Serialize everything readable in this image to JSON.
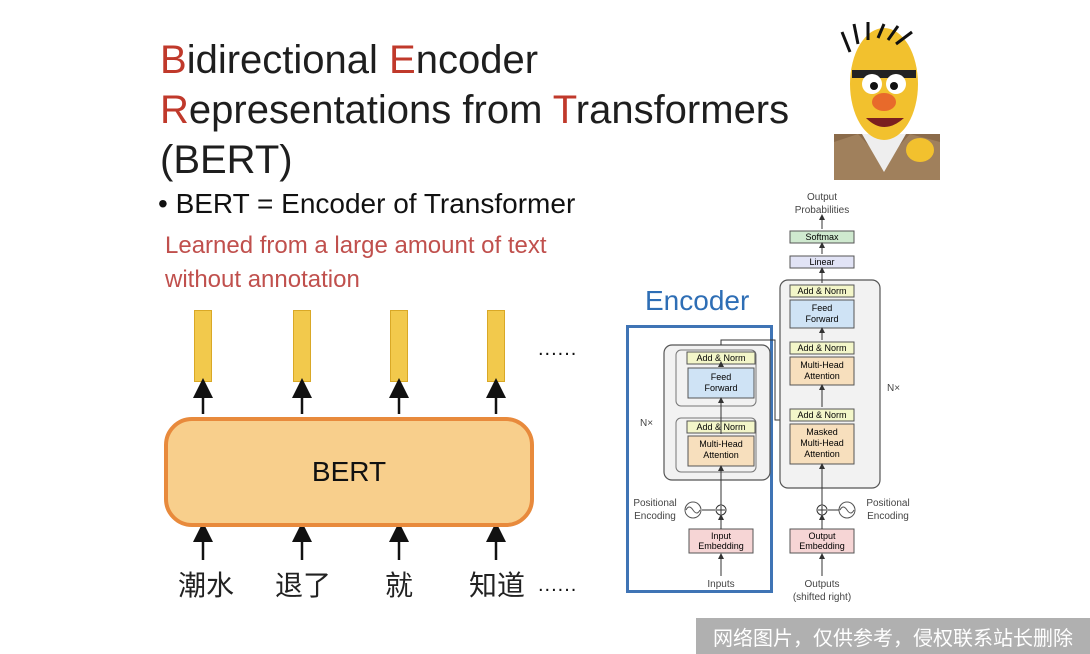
{
  "title": {
    "line1": {
      "cap1": "B",
      "rest1": "idirectional ",
      "cap2": "E",
      "rest2": "ncoder"
    },
    "line2": {
      "cap1": "R",
      "rest1": "epresentations from ",
      "cap2": "T",
      "rest2": "ransformers"
    },
    "line3": "(BERT)"
  },
  "bullet": "• BERT =  Encoder of Transformer",
  "note": {
    "line1": "Learned from a large amount of text",
    "line2": "without annotation"
  },
  "bert_label": "BERT",
  "output_dots": "......",
  "tokens": [
    "潮水",
    "退了",
    "就",
    "知道"
  ],
  "token_dots": "......",
  "encoder_label": "Encoder",
  "transformer": {
    "output_probabilities": [
      "Output",
      "Probabilities"
    ],
    "softmax": "Softmax",
    "linear": "Linear",
    "add_norm": "Add & Norm",
    "feed_forward": [
      "Feed",
      "Forward"
    ],
    "multi_head": [
      "Multi-Head",
      "Attention"
    ],
    "masked_multi_head": [
      "Masked",
      "Multi-Head",
      "Attention"
    ],
    "nx": "N×",
    "positional_encoding": [
      "Positional",
      "Encoding"
    ],
    "input_embedding": [
      "Input",
      "Embedding"
    ],
    "output_embedding": [
      "Output",
      "Embedding"
    ],
    "inputs": "Inputs",
    "outputs": [
      "Outputs",
      "(shifted right)"
    ]
  },
  "watermark": "网络图片，仅供参考，侵权联系站长删除",
  "colors": {
    "accent_red": "#c0392b",
    "note_red": "#c0504d",
    "bert_fill": "#f8cf8c",
    "bert_border": "#e88a3c",
    "vector": "#f2c94c",
    "encoder_blue": "#2e6eb5"
  }
}
